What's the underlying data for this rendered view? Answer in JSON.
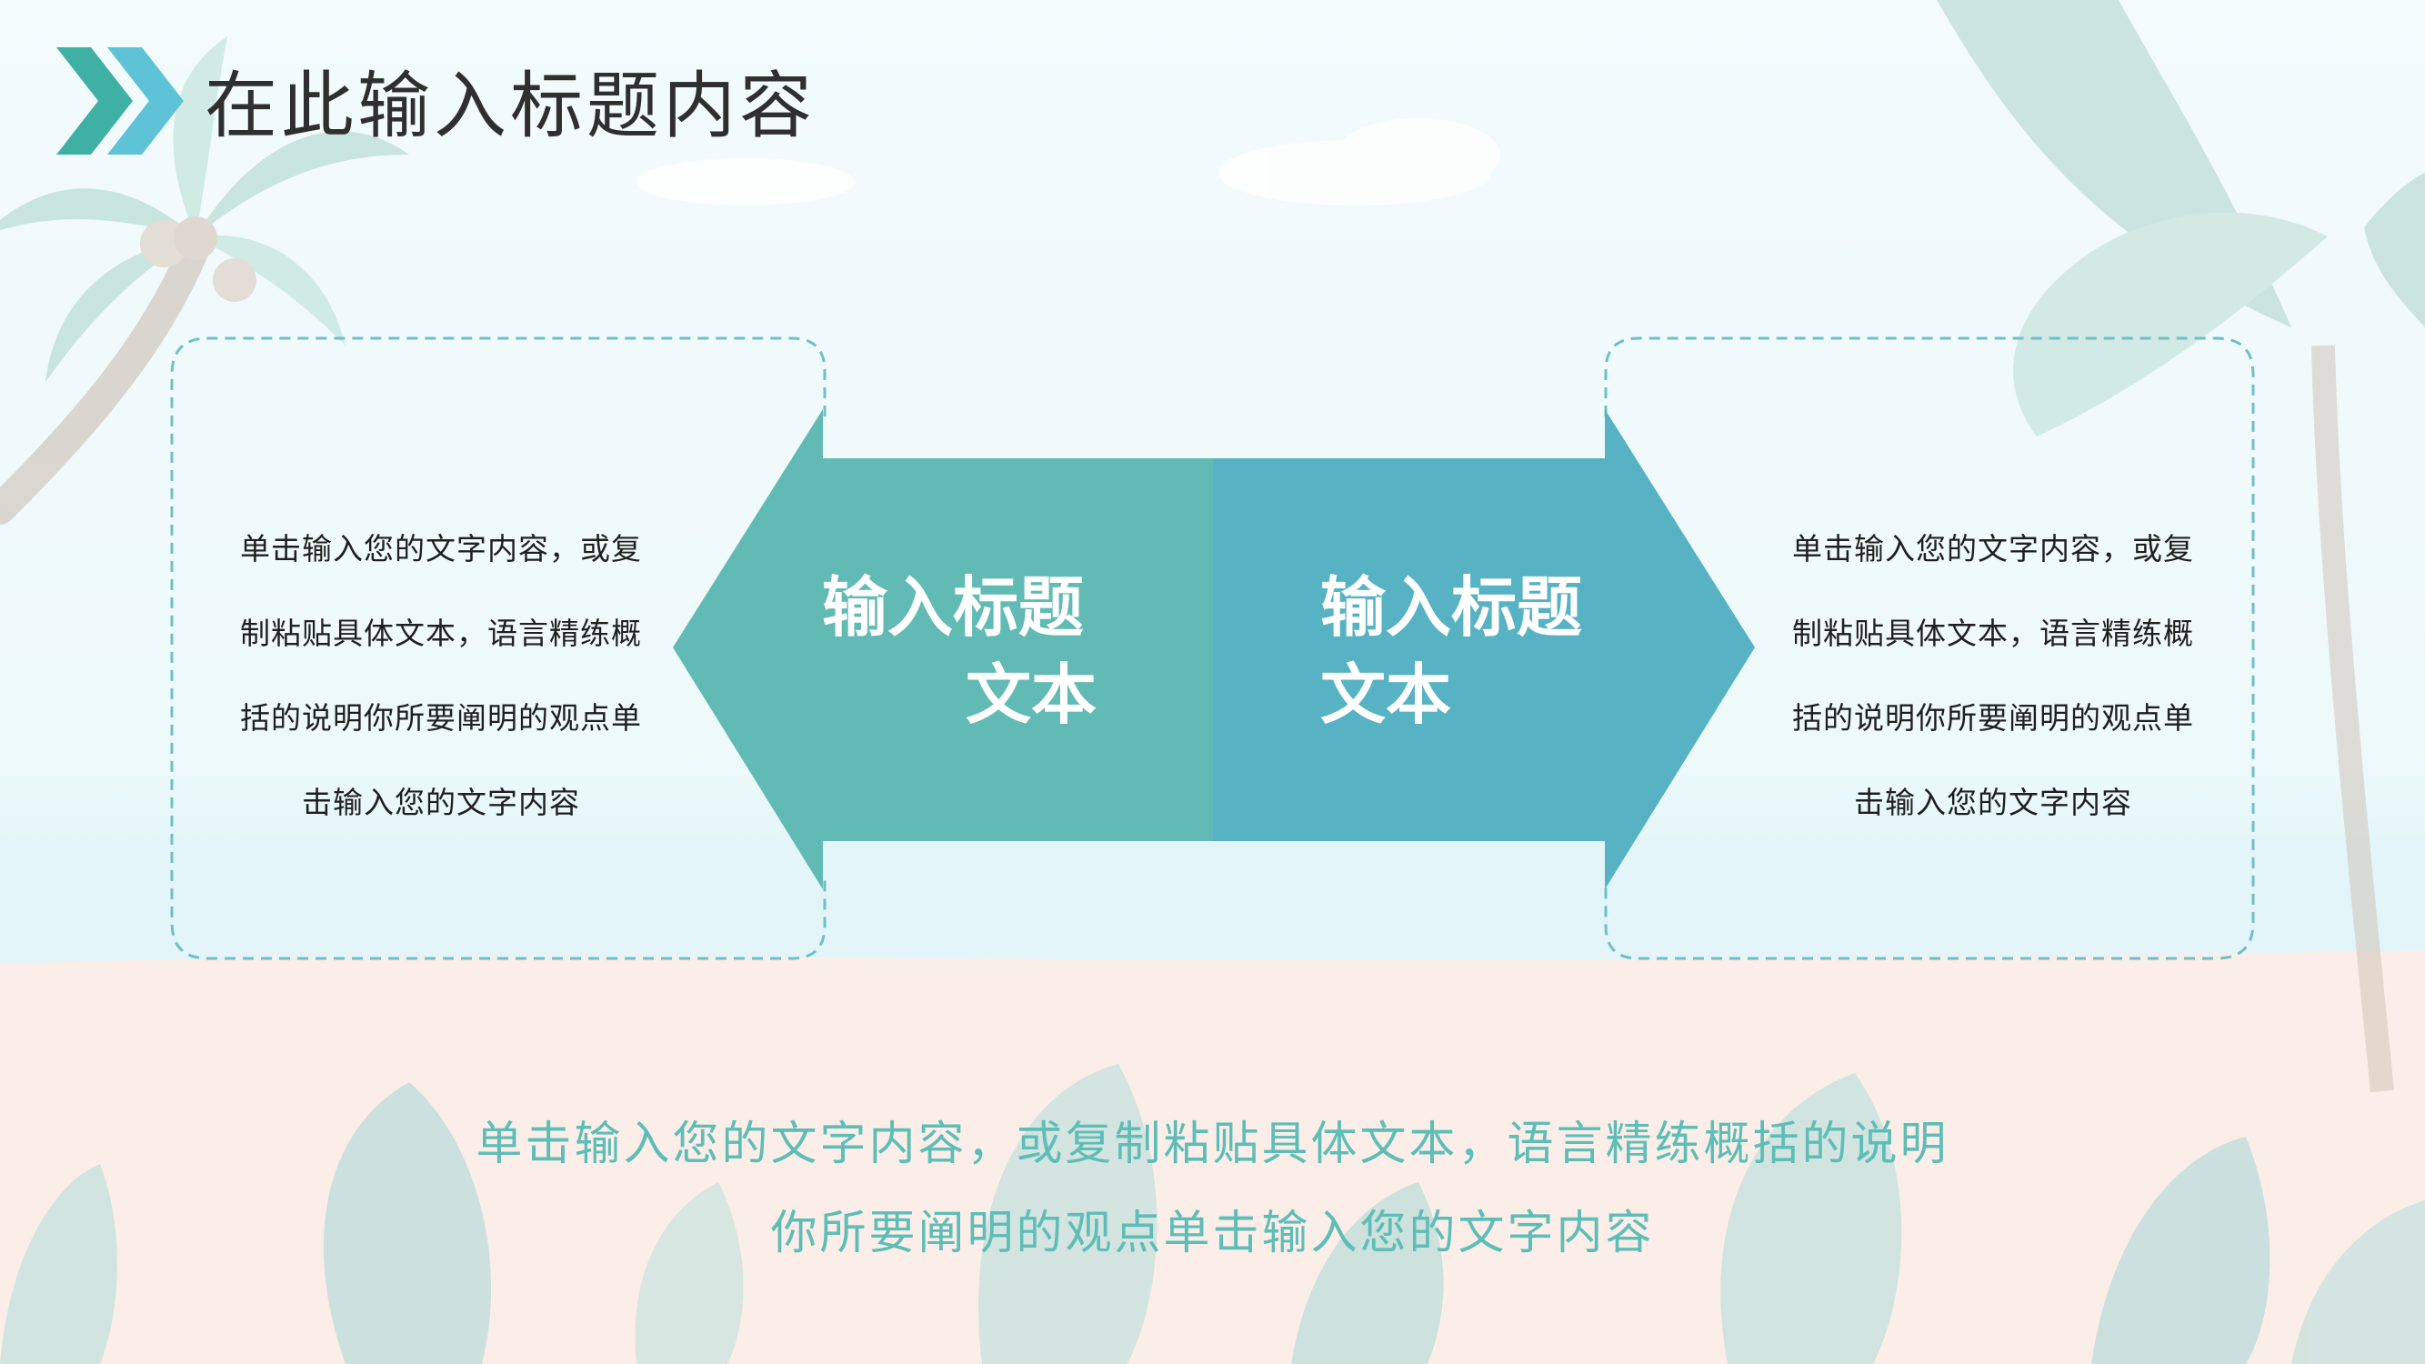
{
  "slide": {
    "title": "在此输入标题内容",
    "left_arrow": {
      "line1": "输入标题",
      "line2": "文本"
    },
    "right_arrow": {
      "line1": "输入标题",
      "line2": "文本"
    },
    "left_panel": {
      "lines": [
        "单击输入您的文字内容，或复",
        "制粘贴具体文本，语言精练概",
        "括的说明你所要阐明的观点单",
        "击输入您的文字内容"
      ]
    },
    "right_panel": {
      "lines": [
        "单击输入您的文字内容，或复",
        "制粘贴具体文本，语言精练概",
        "括的说明你所要阐明的观点单",
        "击输入您的文字内容"
      ]
    },
    "caption": {
      "lines": [
        "单击输入您的文字内容，或复制粘贴具体文本，语言精练概括的说明",
        "你所要阐明的观点单击输入您的文字内容"
      ]
    }
  },
  "colors": {
    "accent_teal": "#62bab5",
    "accent_blue": "#57b2c3",
    "caption_text": "#5fbdb7",
    "title_text": "#2f2f2f"
  },
  "icons": [
    "chevron-double-right-icon",
    "palm-tree-illustration",
    "palm-leaf-illustration",
    "foliage-illustration"
  ]
}
